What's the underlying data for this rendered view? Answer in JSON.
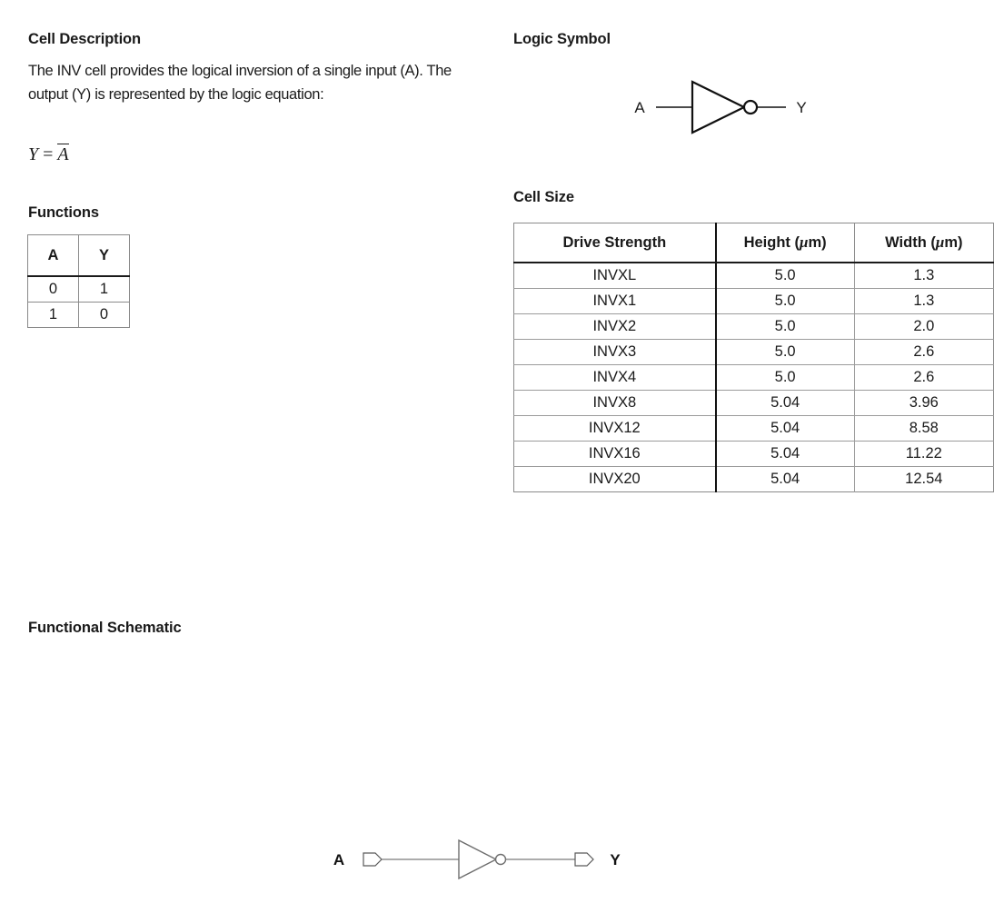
{
  "sections": {
    "cell_description": {
      "title": "Cell Description",
      "body": "The INV cell provides the logical inversion of a single input (A). The output (Y) is represented by the logic equation:",
      "equation": {
        "lhs": "Y",
        "operator": "=",
        "rhs": "A",
        "rhs_overbar": true,
        "plain": "Y = A̅"
      }
    },
    "functions": {
      "title": "Functions",
      "table": {
        "headers": [
          "A",
          "Y"
        ],
        "rows": [
          [
            "0",
            "1"
          ],
          [
            "1",
            "0"
          ]
        ]
      }
    },
    "logic_symbol": {
      "title": "Logic Symbol",
      "input_label": "A",
      "output_label": "Y",
      "gate": "inverter-with-bubble"
    },
    "cell_size": {
      "title": "Cell Size",
      "table": {
        "headers": [
          "Drive Strength",
          "Height (μm)",
          "Width (μm)"
        ],
        "header_parts": [
          {
            "text": "Drive Strength"
          },
          {
            "pre": "Height (",
            "mu": "μ",
            "post": "m)"
          },
          {
            "pre": "Width (",
            "mu": "μ",
            "post": "m)"
          }
        ],
        "rows": [
          [
            "INVXL",
            "5.0",
            "1.3"
          ],
          [
            "INVX1",
            "5.0",
            "1.3"
          ],
          [
            "INVX2",
            "5.0",
            "2.0"
          ],
          [
            "INVX3",
            "5.0",
            "2.6"
          ],
          [
            "INVX4",
            "5.0",
            "2.6"
          ],
          [
            "INVX8",
            "5.04",
            "3.96"
          ],
          [
            "INVX12",
            "5.04",
            "8.58"
          ],
          [
            "INVX16",
            "5.04",
            "11.22"
          ],
          [
            "INVX20",
            "5.04",
            "12.54"
          ]
        ]
      }
    },
    "functional_schematic": {
      "title": "Functional Schematic",
      "input_label": "A",
      "output_label": "Y",
      "gate": "inverter-with-bubble"
    }
  },
  "colors": {
    "text": "#1a1a1a",
    "symbol_stroke": "#111111",
    "schematic_stroke": "#6e6e6e",
    "table_border_light": "#8a8a8a",
    "table_border_heavy": "#111111",
    "background": "#ffffff"
  }
}
